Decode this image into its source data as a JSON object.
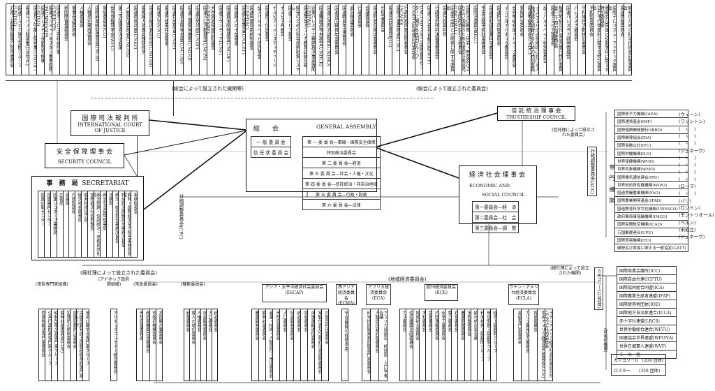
{
  "top_bodies": [
    "対南ア武器禁輸履行監視委員会",
    "国連ナミビア独立支援グループ(UNTAG)",
    "国連レバノン駐留軍(UNIFIL)",
    "国連兵力引離し監視軍(UNDOF)",
    "国連パレスチナ休戦監視機構(UNTSO)",
    "国連インド・パキスタン軍事監視団(UNMOGIP)",
    "国連キプロス平和維持軍(UNFICYP)",
    "新国際審査委員会",
    "軍事参謀委員会",
    "人権委員会",
    "人種差別撤廃委員会",
    "国際麻薬統制委員会(INCB)",
    "軍縮委員会(CD)",
    "世界食糧理事会(WFC)",
    "第三次国連海洋法会議",
    "人間居住委員会(UNCHS)",
    "国連環境計画(UNEP)",
    "国際婦人調査訓練研修所",
    "国連訓練調査研修所(UNITAR)",
    "国連大学(UNU)",
    "国連内陸国特別基金",
    "国連特別基金(UNSF)",
    "国連貿易開発会議(UNCTAD)",
    "国連工業開発機関(UNIDO)",
    "国連開発計画(UNDP)",
    "国連人口活動基金(UNFPA)",
    "天然資源探査回転基金(UNRFNRE)",
    "国連ボランティア(UNV)",
    "国連資本開発基金(UNCDF)",
    "国連婦人の十年基金",
    "国連児童基金(UNICEF)",
    "国連麻薬乱用統制基金(UNFDAC)",
    "反アパルトヘイト信託基金",
    "国連南ア信託基金",
    "ナミビア・インスティテュート",
    "ナミビア弁務官",
    "国連ナミビア基金",
    "開発のための科学技術融資システム",
    "国連南部アフリカ教育訓練計画",
    "近東パレスチナ難民救済事業機関(UNRWA)",
    "国連難民高等弁務官(UNHCR)",
    "国連災害救済調整官(UNDRO)",
    "国連合同職員年金委員会",
    "国連職員年金委員会",
    "会計検査委員会",
    "行政委員会",
    "会議委員会",
    "国連財政危機調査委員会",
    "分担金委員会",
    "国連合同監査団(JIU)",
    "国際人事委員会(ICSC)",
    "行政財政問題諮問委員会(ACABQ)",
    "UNRWA財政検討作業部会",
    "UNCTAD・GATT国際貿易センターに関する合同グループ",
    "国連FAO世界食糧計画(WFP)",
    "行政裁判所判決審査委員会",
    "国連行政裁判所",
    "国連本部国との関係に関する委員会",
    "国連国際商取引法委員会(UNCITRAL)",
    "国際法の教育・研究・普及及びより広い理解のための援助計画諮問委員会",
    "国際法委員会(ILC)",
    "宇宙空間平和利用委員会",
    "国連放射線影響科学委員会",
    "国連科学諮問委員会",
    "インド洋アドホック委員会",
    "世界軍縮会議アドホック委員会",
    "軍縮研究委員会",
    "国連軍縮委員会(UNDC)",
    "イスラエルの占領地域における人権侵害を調査するための特別委員会",
    "反アパルトヘイト特別委員会",
    "国連ナミビア理事会",
    "植民地独立付与宣言履行特別委員会(二十四カ国委員会)",
    "国連パレスチナ調停委員会",
    "パレスチナ委員会",
    "平和維持活動特別委員会",
    "平和監視委員会",
    "武力不行使原則に関する特別委員会",
    "憲章及び国連の役割強化に関する特別委員会",
    "国際テロリズム・アドホック委員会",
    "国連情報委員会",
    "開発のための科学技術政府間委員会"
  ],
  "notes": {
    "ga_bodies": "(総会によって設立された機関等)",
    "ga_committees": "(総会によって設立された委員会)",
    "tc_committees": "(信託理によって設立された委員会)",
    "ecosoc_committees": "(経社理によって設立された委員会)",
    "ecosoc_bodies": "(経社理によって設立された機関)",
    "regional": "(地域経済委員会)",
    "ngo": "(非政府機関)"
  },
  "icj": {
    "jp": "国 際 司 法 裁 判 所",
    "en1": "INTERNATIONAL COURT",
    "en2": "OF JUSTICE"
  },
  "security_council": {
    "jp": "安 全 保 障 理 事 会",
    "en": "SECURITY COUNCIL"
  },
  "secretariat": {
    "jp": "事　務　局",
    "en": "SECRETARIAT",
    "units": [
      "国連広報センター",
      "国連事務センター",
      "国連ジュネーブ事務局",
      "広報局",
      "会議局",
      "行政財政局",
      "経済社会開発局",
      "開発技術協力局",
      "国際経済社会問題局",
      "政治問題・信託統治・非植民地化局",
      "政治安全保障理事局",
      "法務部",
      "政治・総会担当事務次長室",
      "特別政治問題担当事務次長室",
      "開発・国際経済協力担当事務局長室",
      "事務総長室"
    ]
  },
  "general_assembly": {
    "jp": "総　　会",
    "en": "GENERAL ASSEMBLY",
    "left": [
      "一 般 委 員 会",
      "信 任 状 委 員 会"
    ],
    "right": [
      "第 一 委 員 会―軍縮・国際安全保障",
      "特別政治委員会",
      "第 二 委 員 会―経済",
      "第 三 委 員 会―社会・人権・文化",
      "第 四 委 員 会―信託統治・非自治地域",
      "第 五 委 員 会―行政・財政",
      "第 六 委 員 会―法律"
    ]
  },
  "trusteeship": {
    "jp": "信 託 統 治 理 事 会",
    "en": "TRUSTEESHIP COUNCIL"
  },
  "ecosoc": {
    "jp": "経 済 社 会 理 事 会",
    "en1": "ECONOMIC AND",
    "en2": "SOCIAL COUNCIL",
    "committees": [
      "第一委員会―経　済",
      "第二委員会―社　会",
      "第三委員会―調　整"
    ]
  },
  "cpc": "計画調整委員会(CPC)",
  "acc": "行政調整委員会(ACC)",
  "specialized_label": "専門機関",
  "agencies": [
    [
      "国際原子力機関(IAEA)",
      "(ウィーン)"
    ],
    [
      "国際通貨基金(IMF)",
      "(ワシントン)"
    ],
    [
      "国際復興開発銀行(IBRD)",
      "(　〃　)"
    ],
    [
      "国際開発協会(IDA)",
      "(　〃　)"
    ],
    [
      "国際金融公社(IFC)",
      "(　〃　)"
    ],
    [
      "国際労働機関(ILO)",
      "(ジュネーヴ)"
    ],
    [
      "世界保健機関(WHO)",
      "(　〃　)"
    ],
    [
      "世界気象機関(WMO)",
      "(　〃　)"
    ],
    [
      "国際電気通信連合(ITU)",
      "(　〃　)"
    ],
    [
      "世界知的所有権機関(WIPO)",
      "(　〃　)"
    ],
    [
      "国連食糧農業機関(FAO)",
      "(ローマ)"
    ],
    [
      "国際農業開発基金(IFAD)",
      "(　〃　)"
    ],
    [
      "国連教育科学文化機関(UNESCO)",
      "(パリ)"
    ],
    [
      "政府間海事協議機関(IMCO)",
      "(ロンドン)"
    ],
    [
      "国際民間航空機関(ICAO)",
      "(モントリオール)"
    ],
    [
      "万国郵便連合(UPU)",
      "(ベルン)"
    ],
    [
      "国際貿易機関(ITO)",
      "(未成立)"
    ],
    [
      "関税及び貿易に関する一般協定(GATT)",
      "(ジュネーヴ)"
    ]
  ],
  "ngo_category1_label": "カテゴリーI(25団体)",
  "ngo_category1": [
    "国際商業会議所(ICC)",
    "国際自由労連(ICFTU)",
    "国際協同組合同盟(ICA)",
    "国際農業生産者連盟(IFAP)",
    "国際使用者団体(IOE)",
    "国際地方自治体連合(IULA)",
    "赤十字社連盟(LRCS)",
    "世界労働組合連合(WFTU)",
    "国連協会世界連盟(WFUNA)",
    "世界在郷軍人連盟(WVF)",
    "そ　の　他"
  ],
  "ngo_other": [
    "カテゴリーII　(204 団体)",
    "ロスター　　(358 団体)"
  ],
  "bottom": {
    "standing_expert": {
      "label": "(常設専門家組織)",
      "items": [
        "危険物輸送専門家委員会",
        "公共行政財政専門家グループ",
        "税制改革企画専門家グループ",
        "開発計画委員会(CDP)",
        "犯罪防止統制委員会",
        "国連犯罪防止委員会",
        "先進国開発途上国間租税条約専門家グループ",
        "地名に関する専門家グループ"
      ]
    },
    "adhoc": {
      "label": "(アドホック政府間組織)",
      "items": [
        "アドホックコンテナー統合委員会"
      ]
    },
    "standing": {
      "label": "(常設委員会)",
      "items": [
        "天然資源委員会",
        "政府間機関交渉委員会",
        "非政府機構委員会",
        "多国籍企業委員会"
      ]
    },
    "functional": {
      "label": "(機能委員会)",
      "items": [
        "麻薬委員会",
        "婦人の地位委員会",
        "人権委員会",
        "社会開発委員会",
        "人口委員会",
        "統計委員会"
      ]
    },
    "escap": {
      "name": "アジア・太平洋経済社会委員会",
      "abbr": "(ESCAP)",
      "items": [
        "農業開発委員会",
        "開発計画委員会",
        "産業・技術・人間居住・環境委員会",
        "天然資源委員会",
        "人口委員会",
        "社会開発委員会",
        "統計委員会",
        "貿易委員会",
        "海運運輸通信委員会",
        "常駐代表及び政府代表諮問委員会",
        "内陸国特別委員会"
      ]
    },
    "ecwa": {
      "name": "西アジア経済委員会",
      "abbr": "(ECWA)",
      "items": [
        "(下部機関の詳細未定)"
      ]
    },
    "eca": {
      "name": "アフリカ経済委員会",
      "abbr": "(ECA)",
      "items": [
        "科学技術開発政府間専門家委員会",
        "人間居住政府間委員会",
        "アフリカ計画官、統計家、人口学者会議"
      ]
    },
    "ece": {
      "name": "欧州経済委員会",
      "abbr": "(ECE)",
      "items": [
        "ガス委員会",
        "住宅建築企画委員会",
        "貿易拡大委員会",
        "木材委員会",
        "鉄鋼委員会",
        "内陸運輸委員会",
        "化学工業委員会",
        "電力委員会",
        "石炭委員会",
        "農業問題委員会",
        "水問題委員会",
        "欧州統計家会議",
        "科学技術上級顧問グループ",
        "環境問題上級顧問グループ",
        "経済上級顧問グループ"
      ]
    },
    "ecla": {
      "name": "ラテン・アメリカ経済委員会",
      "abbr": "(ECLA)",
      "items": [
        "高級専門家委員会",
        "カリブ開発協力委員会",
        "貿易委員会",
        "中央アメリカ経済協力委員会(CCE)",
        "ラテンアメリカ経済社会計画研究所(ILPES)技術委員会"
      ]
    }
  }
}
